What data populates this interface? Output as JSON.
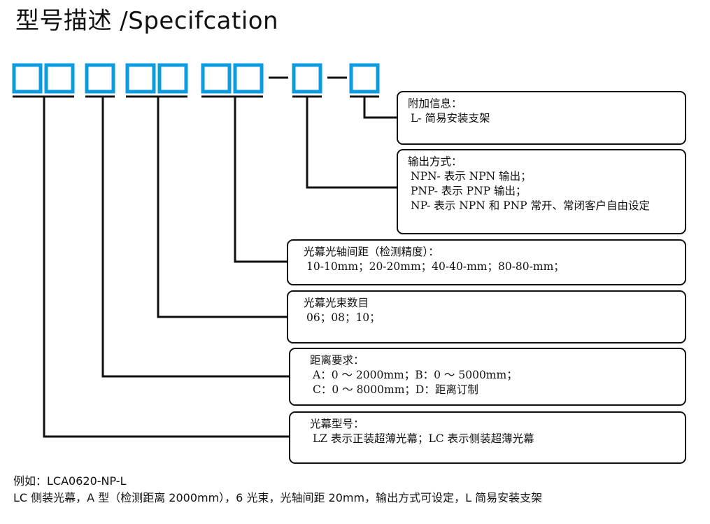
{
  "title": "型号描述 /Specifcation",
  "colors": {
    "code_box": "#0a9be0",
    "line": "#111111"
  },
  "code_boxes": [
    {
      "name": "model"
    },
    {
      "name": "model"
    },
    {
      "name": "distance"
    },
    {
      "name": "beams"
    },
    {
      "name": "beams"
    },
    {
      "name": "spacing"
    },
    {
      "name": "spacing"
    },
    {
      "name": "output"
    },
    {
      "name": "mounting"
    }
  ],
  "descriptions": {
    "mounting": {
      "heading": "附加信息：",
      "lines": [
        "L- 简易安装支架"
      ]
    },
    "output": {
      "heading": "输出方式：",
      "lines": [
        "NPN- 表示 NPN 输出；",
        "PNP- 表示 PNP 输出；",
        "NP- 表示 NPN 和 PNP 常开、常闭客户自由设定"
      ]
    },
    "spacing": {
      "heading": "光幕光轴间距（检测精度）：",
      "lines": [
        "10-10mm；20-20mm；40-40-mm；80-80-mm；"
      ]
    },
    "beams": {
      "heading": "光幕光束数目",
      "lines": [
        "06；08；10；"
      ]
    },
    "distance": {
      "heading": "距离要求：",
      "lines": [
        "A：0 ～ 2000mm；B：0 ～ 5000mm；",
        "C：0 ～ 8000mm；D：距离订制"
      ]
    },
    "model": {
      "heading": "光幕型号：",
      "lines": [
        "LZ 表示正装超薄光幕；LC 表示侧装超薄光幕"
      ]
    }
  },
  "example": {
    "line1": "例如：LCA0620-NP-L",
    "line2": "LC 侧装光幕，A 型（检测距离 2000mm），6 光束，光轴间距 20mm，输出方式可设定，L 简易安装支架"
  }
}
